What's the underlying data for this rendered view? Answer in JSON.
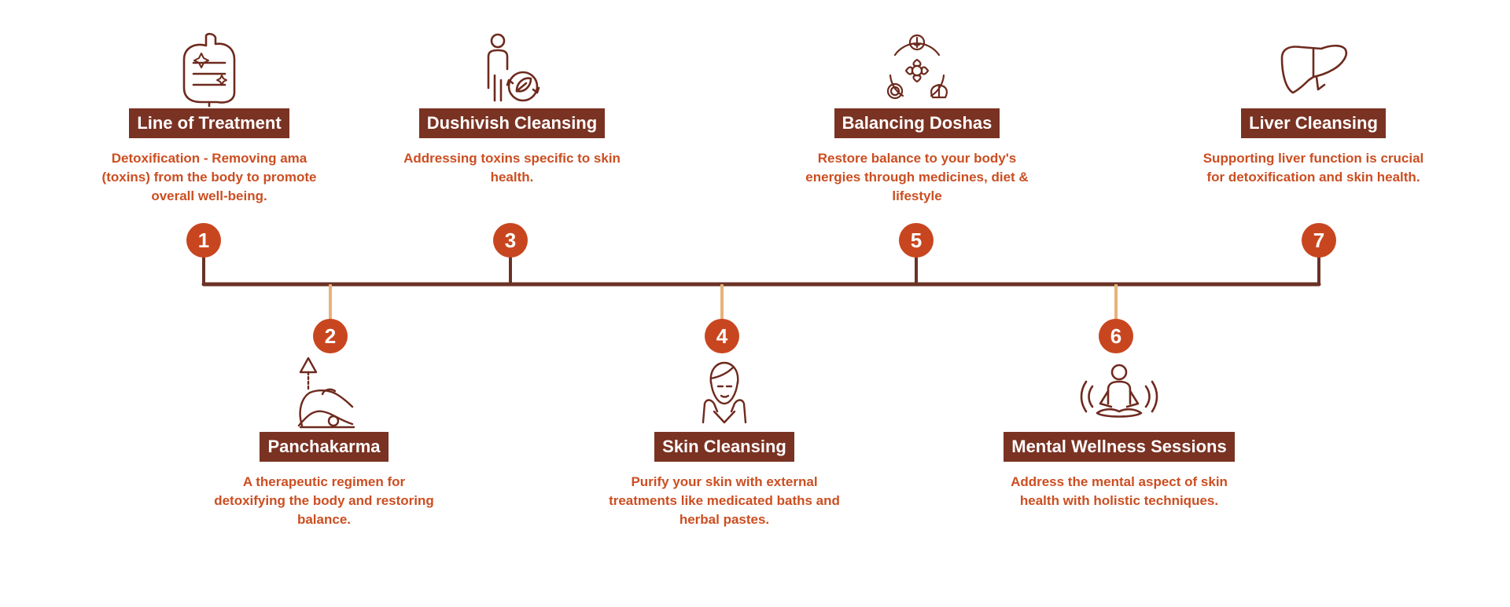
{
  "colors": {
    "title_bg": "#7a3222",
    "title_text": "#ffffff",
    "description": "#cc4e21",
    "number_circle": "#c8461f",
    "main_line": "#6b3226",
    "odd_connector": "#6b3226",
    "even_connector": "#e8b27a",
    "icon_stroke": "#6e2a1e"
  },
  "steps": [
    {
      "number": "1",
      "title": "Line of Treatment",
      "description": "Detoxification - Removing ama (toxins) from the body to promote overall well-being.",
      "icon": "intestine-icon"
    },
    {
      "number": "2",
      "title": "Panchakarma",
      "description": "A therapeutic regimen for detoxifying the body and restoring balance.",
      "icon": "shirodhara-icon"
    },
    {
      "number": "3",
      "title": "Dushivish Cleansing",
      "description": "Addressing toxins specific to skin health.",
      "icon": "person-leaf-cycle-icon"
    },
    {
      "number": "4",
      "title": "Skin Cleansing",
      "description": "Purify your skin with external treatments like medicated baths and herbal pastes.",
      "icon": "face-care-icon"
    },
    {
      "number": "5",
      "title": "Balancing Doshas",
      "description": "Restore balance to your body's energies through medicines, diet & lifestyle",
      "icon": "dosha-balance-icon"
    },
    {
      "number": "6",
      "title": "Mental Wellness Sessions",
      "description": "Address the mental aspect of skin health with holistic techniques.",
      "icon": "meditation-icon"
    },
    {
      "number": "7",
      "title": "Liver Cleansing",
      "description": "Supporting liver function is crucial for detoxification and skin health.",
      "icon": "liver-icon"
    }
  ]
}
